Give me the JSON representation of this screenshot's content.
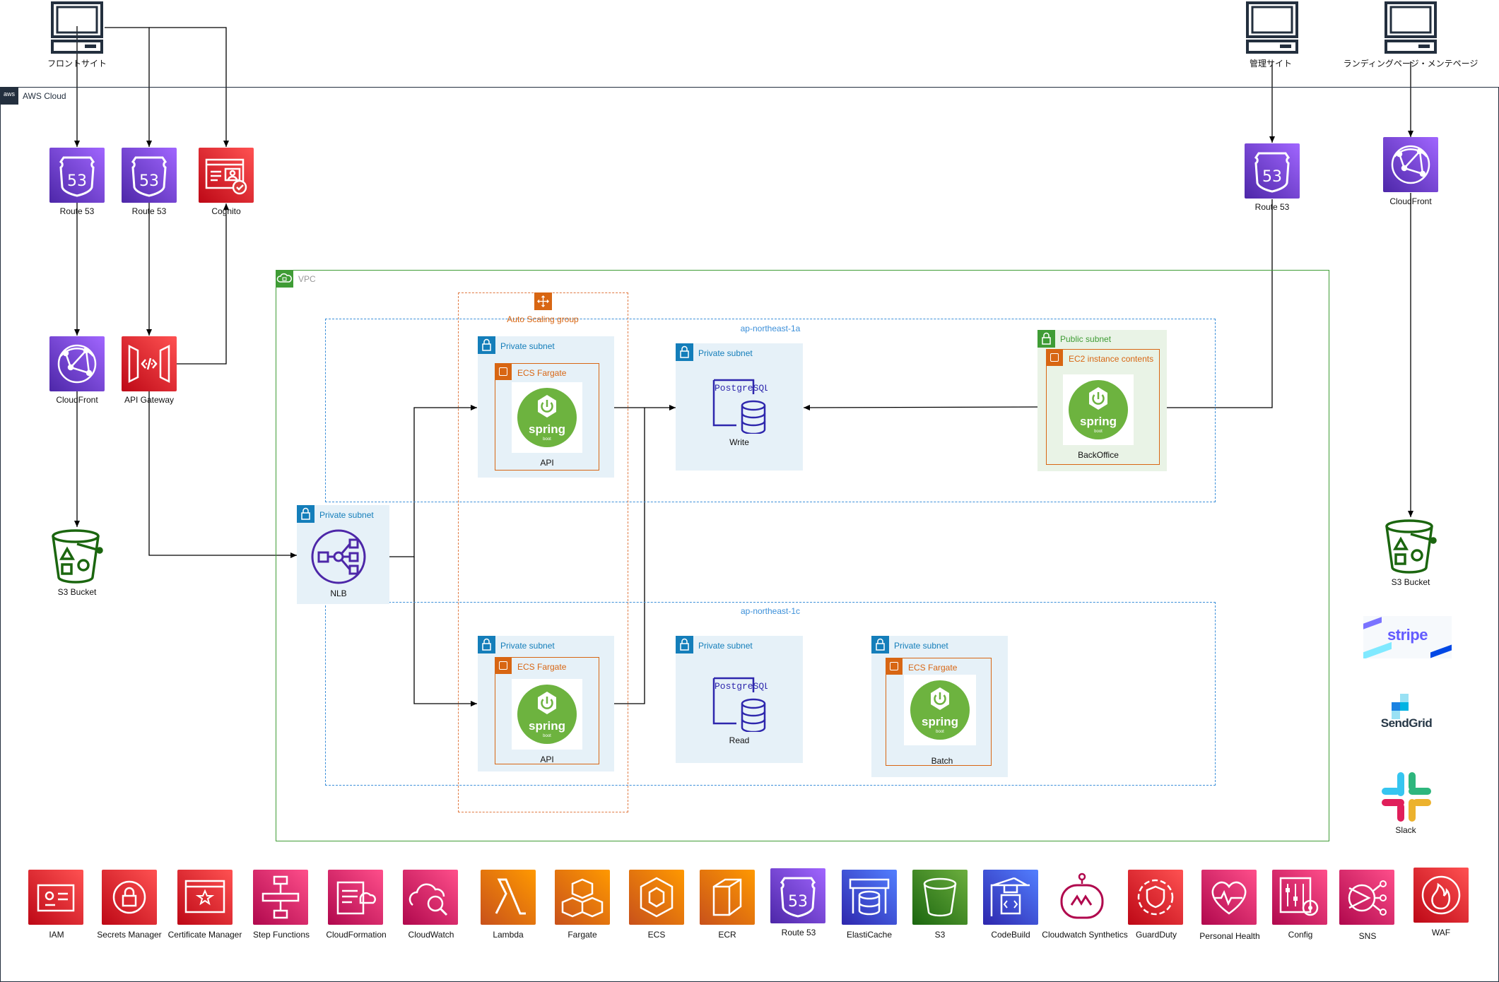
{
  "clients": {
    "front": "フロントサイト",
    "admin": "管理サイト",
    "landing": "ランディングページ・メンテページ"
  },
  "cloud": {
    "title": "AWS Cloud",
    "badge": "aws"
  },
  "vpc": {
    "title": "VPC"
  },
  "asg": {
    "title": "Auto Scaling group"
  },
  "az1": {
    "title": "ap-northeast-1a"
  },
  "az2": {
    "title": "ap-northeast-1c"
  },
  "subnets": {
    "private": "Private subnet",
    "public": "Public subnet"
  },
  "containers": {
    "ecs": "ECS Fargate",
    "ec2": "EC2 instance contents"
  },
  "nodes": {
    "route53_a": "Route 53",
    "route53_b": "Route 53",
    "cognito": "Cognito",
    "cloudfront_front": "CloudFront",
    "apigw": "API Gateway",
    "s3_front": "S3 Bucket",
    "nlb": "NLB",
    "api1": "API",
    "api2": "API",
    "db_write": "Write",
    "db_read": "Read",
    "batch": "Batch",
    "backoffice": "BackOffice",
    "route53_admin": "Route 53",
    "cloudfront_landing": "CloudFront",
    "s3_landing": "S3 Bucket",
    "postgres_logo": "PostgreSQL",
    "spring_logo": "spring",
    "spring_sub": "boot"
  },
  "brands": {
    "stripe": "stripe",
    "sendgrid": "SendGrid",
    "slack": "Slack"
  },
  "legend": [
    {
      "label": "IAM",
      "color": "red",
      "icon": "iam-icon"
    },
    {
      "label": "Secrets Manager",
      "color": "red",
      "icon": "secrets-manager-icon"
    },
    {
      "label": "Certificate Manager",
      "color": "red",
      "icon": "certificate-manager-icon"
    },
    {
      "label": "Step Functions",
      "color": "pink",
      "icon": "step-functions-icon"
    },
    {
      "label": "CloudFormation",
      "color": "pink",
      "icon": "cloudformation-icon"
    },
    {
      "label": "CloudWatch",
      "color": "pink",
      "icon": "cloudwatch-icon"
    },
    {
      "label": "Lambda",
      "color": "orange",
      "icon": "lambda-icon"
    },
    {
      "label": "Fargate",
      "color": "orange",
      "icon": "fargate-icon"
    },
    {
      "label": "ECS",
      "color": "orange",
      "icon": "ecs-icon"
    },
    {
      "label": "ECR",
      "color": "orange",
      "icon": "ecr-icon"
    },
    {
      "label": "Route 53",
      "color": "purple",
      "icon": "route53-icon"
    },
    {
      "label": "ElastiCache",
      "color": "blue",
      "icon": "elasticache-icon"
    },
    {
      "label": "S3",
      "color": "green",
      "icon": "s3-icon"
    },
    {
      "label": "CodeBuild",
      "color": "blue",
      "icon": "codebuild-icon"
    },
    {
      "label": "Cloudwatch Synthetics",
      "color": "none",
      "icon": "cloudwatch-synthetics-icon"
    },
    {
      "label": "GuardDuty",
      "color": "red",
      "icon": "guardduty-icon"
    },
    {
      "label": "Personal Health",
      "color": "pink",
      "icon": "personal-health-icon"
    },
    {
      "label": "Config",
      "color": "pink",
      "icon": "config-icon"
    },
    {
      "label": "SNS",
      "color": "pink",
      "icon": "sns-icon"
    },
    {
      "label": "WAF",
      "color": "red",
      "icon": "waf-icon"
    }
  ]
}
